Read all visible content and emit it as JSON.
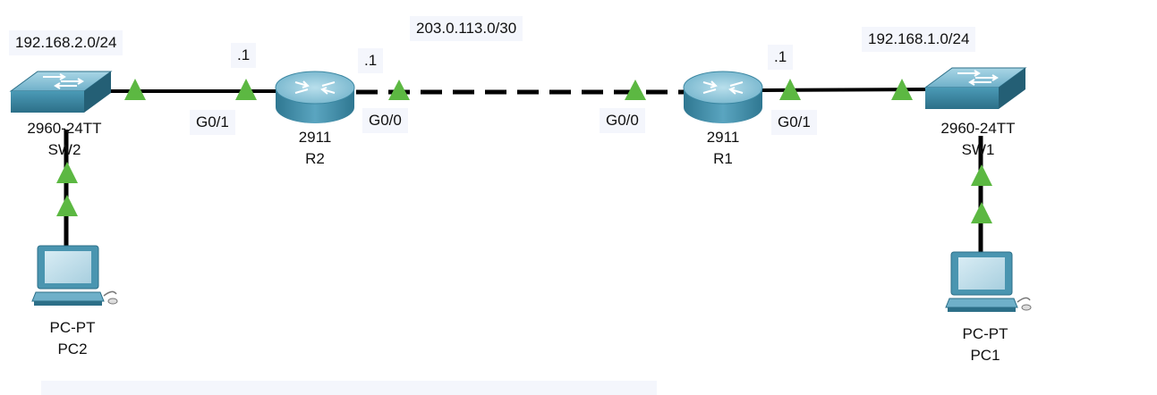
{
  "networks": {
    "left_lan": "192.168.2.0/24",
    "wan": "203.0.113.0/30",
    "right_lan": "192.168.1.0/24"
  },
  "devices": {
    "sw2": {
      "model": "2960-24TT",
      "name": "SW2"
    },
    "r2": {
      "model": "2911",
      "name": "R2"
    },
    "r1": {
      "model": "2911",
      "name": "R1"
    },
    "sw1": {
      "model": "2960-24TT",
      "name": "SW1"
    },
    "pc2": {
      "model": "PC-PT",
      "name": "PC2"
    },
    "pc1": {
      "model": "PC-PT",
      "name": "PC1"
    }
  },
  "interfaces": {
    "r2_g01": "G0/1",
    "r2_g00": "G0/0",
    "r1_g00": "G0/0",
    "r1_g01": "G0/1"
  },
  "host_addresses": {
    "r2_g01": ".1",
    "r2_g00": ".1",
    "r1_g01": ".1"
  },
  "colors": {
    "link": "#000000",
    "link_up": "#5cb842",
    "device_body": "#3e8ca8",
    "device_top": "#8ec4d8",
    "label_bg": "#f4f6fc"
  }
}
